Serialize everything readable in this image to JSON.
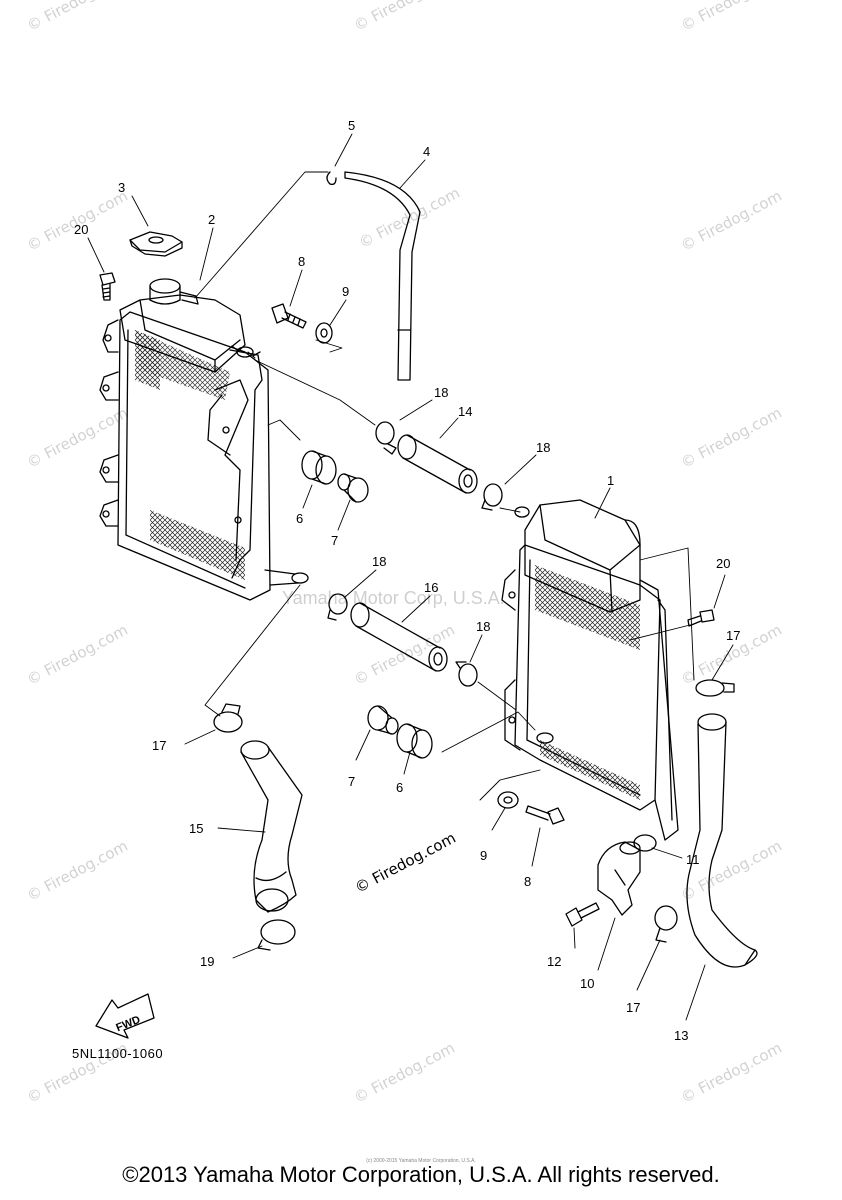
{
  "watermark_text": "© Firedog.com",
  "center_watermark": "Yamaha Motor Corp, U.S.A.",
  "inline_label": "© Firedog.com",
  "diagram_code": "5NL1100-1060",
  "fwd_label": "FWD",
  "copyright": "©2013 Yamaha Motor Corporation, U.S.A. All rights reserved.",
  "tiny_print": "(c) 2000-2015 Yamaha Motor Corporation, U.S.A.",
  "callouts": {
    "c1": "1",
    "c2": "2",
    "c3": "3",
    "c4": "4",
    "c5": "5",
    "c6a": "6",
    "c6b": "6",
    "c7a": "7",
    "c7b": "7",
    "c8a": "8",
    "c8b": "8",
    "c9a": "9",
    "c9b": "9",
    "c10": "10",
    "c11": "11",
    "c12": "12",
    "c13": "13",
    "c14": "14",
    "c15": "15",
    "c16": "16",
    "c17a": "17",
    "c17b": "17",
    "c17c": "17",
    "c18a": "18",
    "c18b": "18",
    "c18c": "18",
    "c18d": "18",
    "c19": "19",
    "c20a": "20",
    "c20b": "20"
  }
}
